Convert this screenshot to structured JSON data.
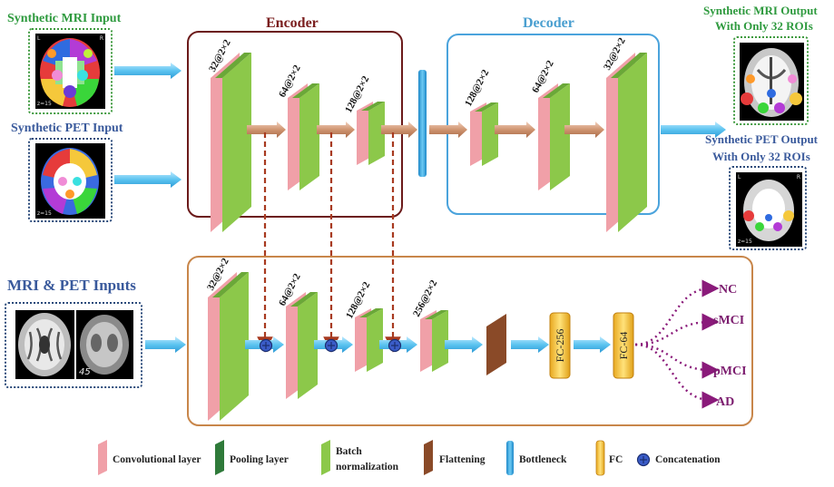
{
  "top": {
    "mri_input_title": "Synthetic MRI Input",
    "pet_input_title": "Synthetic PET Input",
    "encoder_title": "Encoder",
    "decoder_title": "Decoder",
    "mri_output_title_line1": "Synthetic MRI Output",
    "mri_output_title_line2": "With Only 32 ROIs",
    "pet_output_title_line1": "Synthetic PET Output",
    "pet_output_title_line2": "With Only 32 ROIs",
    "slice_label": "z=15",
    "orientation_left": "L",
    "orientation_right": "R",
    "encoder_layers": [
      "32@2×2",
      "64@2×2",
      "128@2×2"
    ],
    "decoder_layers": [
      "128@2×2",
      "64@2×2",
      "32@2×2"
    ]
  },
  "bottom": {
    "inputs_title": "MRI & PET Inputs",
    "pet_slice_number": "45",
    "layers": [
      "32@2×2",
      "64@2×2",
      "128@2×2",
      "256@2×2"
    ],
    "fc1": "FC-256",
    "fc2": "FC-64",
    "classes": [
      "NC",
      "sMCI",
      "pMCI",
      "AD"
    ]
  },
  "legend": {
    "conv": "Convolutional layer",
    "pool": "Pooling layer",
    "bn_line1": "Batch",
    "bn_line2": "normalization",
    "flatten": "Flattening",
    "bottleneck": "Bottleneck",
    "fc": "FC",
    "concat": "Concatenation"
  },
  "colors": {
    "conv": "#f0a0a8",
    "pool": "#2f7a3a",
    "bn": "#8cc84a",
    "flatten": "#8a4a28",
    "bottleneck": "#3aa0dc",
    "fc": "#f0c040",
    "concat": "#2a4a9c",
    "arrow_blue": "#6cc8ee",
    "arrow_brown": "#c89070",
    "encoder_border": "#6b1a1a",
    "decoder_border": "#4aa3dc",
    "classifier_border": "#c8864a",
    "dashed": "#a83a20",
    "class_arrow": "#8a1a7a"
  }
}
